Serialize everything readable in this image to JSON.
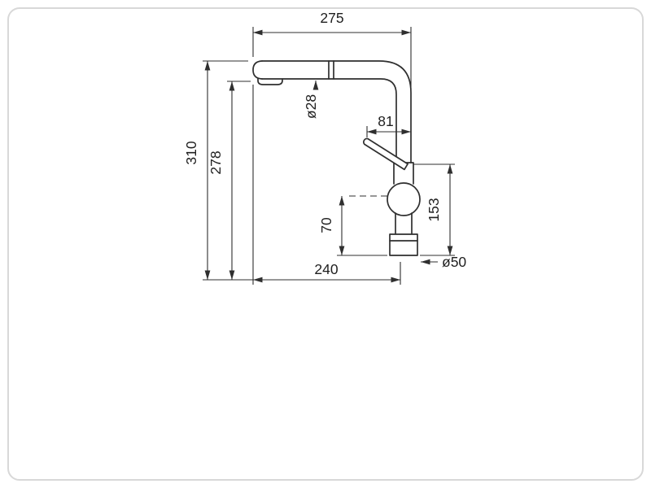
{
  "drawing": {
    "labels": {
      "top_width": "275",
      "overall_height": "310",
      "spout_outlet_height": "278",
      "spout_diameter": "ø28",
      "handle_projection": "81",
      "body_height": "153",
      "hose_to_base": "70",
      "bottom_width": "240",
      "base_diameter": "ø50"
    },
    "colors": {
      "line": "#2f2f2f",
      "border": "#d8d8d8",
      "background": "#ffffff"
    }
  }
}
